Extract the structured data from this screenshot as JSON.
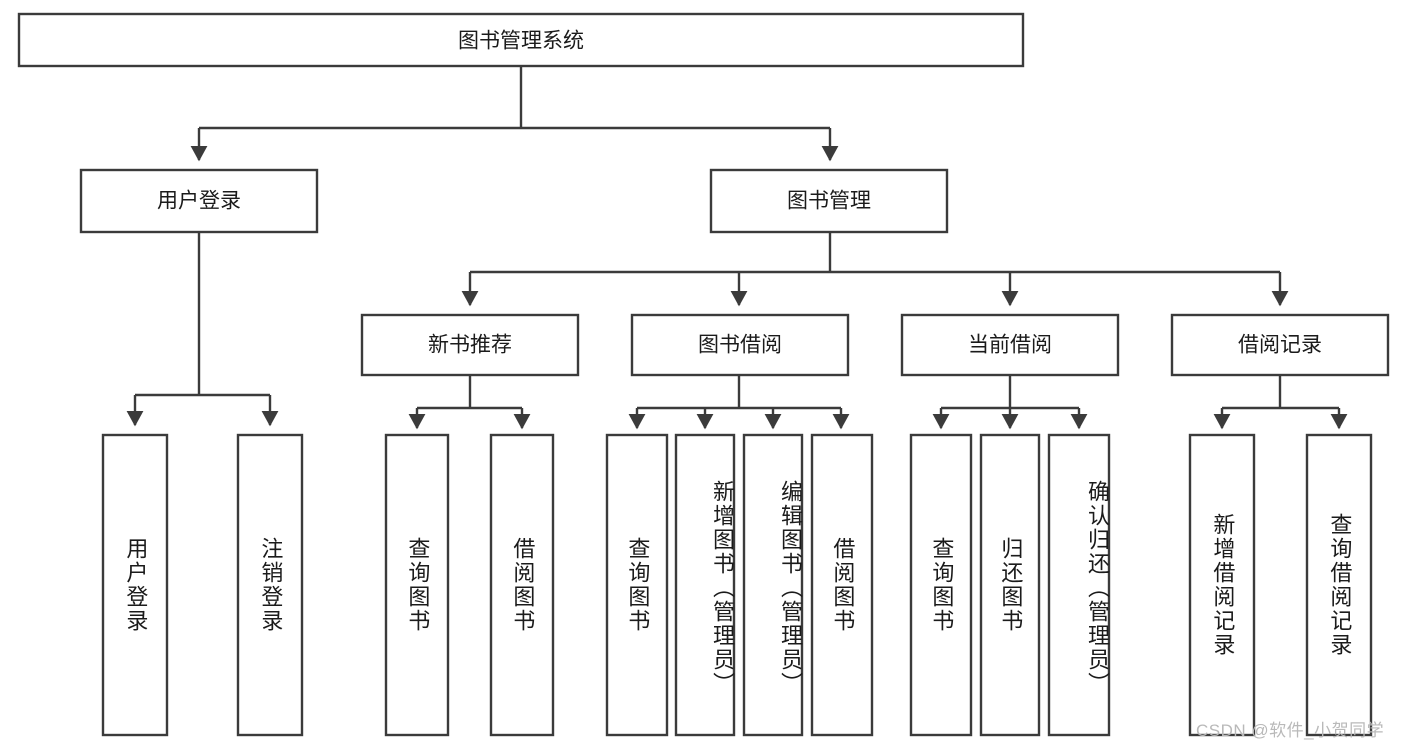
{
  "diagram": {
    "title": "图书管理系统",
    "type": "tree",
    "root": {
      "id": "root",
      "label": "图书管理系统"
    },
    "level2": [
      {
        "id": "user-login",
        "label": "用户登录"
      },
      {
        "id": "book-management",
        "label": "图书管理"
      }
    ],
    "level3": [
      {
        "id": "new-book-recommend",
        "label": "新书推荐",
        "parent": "book-management"
      },
      {
        "id": "book-borrow",
        "label": "图书借阅",
        "parent": "book-management"
      },
      {
        "id": "current-borrow",
        "label": "当前借阅",
        "parent": "book-management"
      },
      {
        "id": "borrow-record",
        "label": "借阅记录",
        "parent": "book-management"
      }
    ],
    "leaves": [
      {
        "id": "leaf-user-login",
        "label": "用户登录",
        "parent": "user-login"
      },
      {
        "id": "leaf-logout-login",
        "label": "注销登录",
        "parent": "user-login"
      },
      {
        "id": "leaf-query-book-1",
        "label": "查询图书",
        "parent": "new-book-recommend"
      },
      {
        "id": "leaf-borrow-book-1",
        "label": "借阅图书",
        "parent": "new-book-recommend"
      },
      {
        "id": "leaf-query-book-2",
        "label": "查询图书",
        "parent": "book-borrow"
      },
      {
        "id": "leaf-add-book",
        "label": "新增图书（管理员）",
        "parent": "book-borrow"
      },
      {
        "id": "leaf-edit-book",
        "label": "编辑图书（管理员）",
        "parent": "book-borrow"
      },
      {
        "id": "leaf-borrow-book-2",
        "label": "借阅图书",
        "parent": "book-borrow"
      },
      {
        "id": "leaf-query-book-3",
        "label": "查询图书",
        "parent": "current-borrow"
      },
      {
        "id": "leaf-return-book",
        "label": "归还图书",
        "parent": "current-borrow"
      },
      {
        "id": "leaf-confirm-return",
        "label": "确认归还（管理员）",
        "parent": "current-borrow"
      },
      {
        "id": "leaf-add-record",
        "label": "新增借阅记录",
        "parent": "borrow-record"
      },
      {
        "id": "leaf-query-record",
        "label": "查询借阅记录",
        "parent": "borrow-record"
      }
    ],
    "colors": {
      "stroke": "#3b3b3b",
      "fill": "#ffffff",
      "text": "#1b1b1b",
      "background": "#ffffff",
      "watermark": "#b9b9b9"
    }
  },
  "watermark": {
    "text": "CSDN @软件_小贺同学"
  }
}
